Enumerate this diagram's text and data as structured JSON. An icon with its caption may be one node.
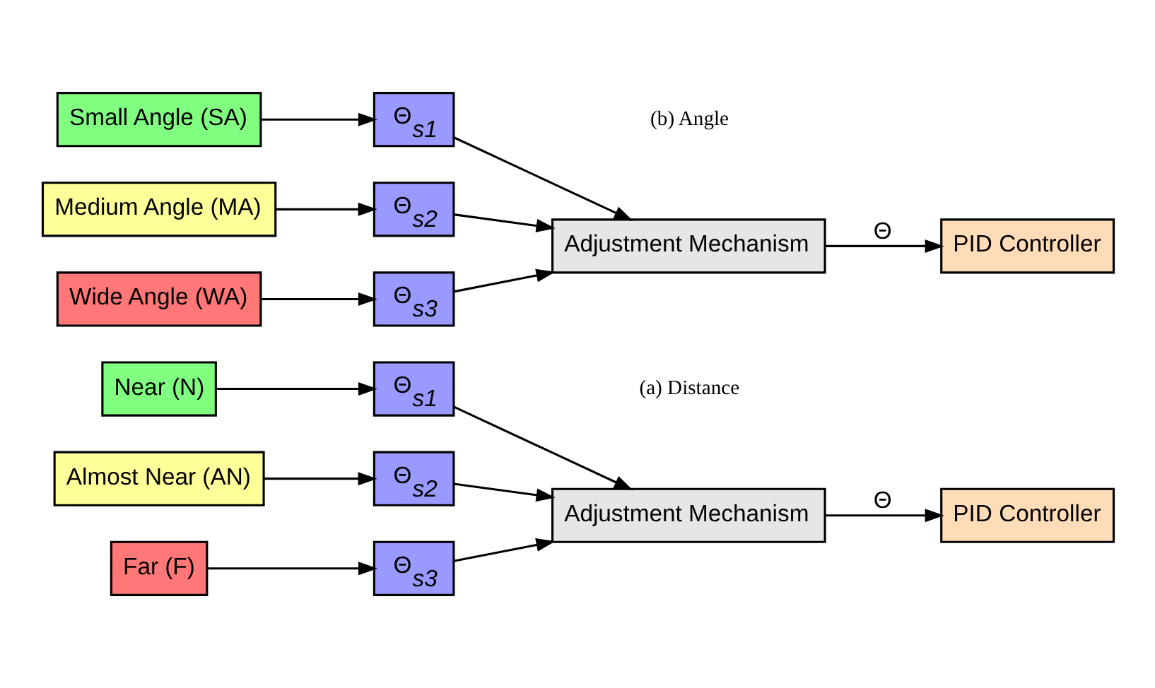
{
  "diagram": {
    "nodes": [
      {
        "text": [
          "Near (N)"
        ]
      },
      {
        "text": [
          "Almost Near (AN)"
        ]
      },
      {
        "text": [
          "Far (F)"
        ]
      },
      {
        "text": [
          "Θ$_{s1}$"
        ]
      },
      {
        "text": [
          "Θ$_{s2}$"
        ]
      },
      {
        "text": [
          "Θ$_{s3}$"
        ]
      },
      {
        "text": [
          "Adjustment Mechanism"
        ]
      },
      {
        "text": [
          "PID Controller"
        ]
      },
      {
        "text": [
          "Small Angle (SA)"
        ]
      },
      {
        "text": [
          "Medium Angle (MA)"
        ]
      },
      {
        "text": [
          "Wide Angle (WA)"
        ]
      },
      {
        "text": [
          "Θ$_{s1}$"
        ]
      },
      {
        "text": [
          "Θ$_{s2}$"
        ]
      },
      {
        "text": [
          "Θ$_{s3}$"
        ]
      },
      {
        "text": [
          "Adjustment Mechanism"
        ]
      },
      {
        "text": [
          "PID Controller"
        ]
      }
    ],
    "edges": [
      {
        "from": 0,
        "to": 3,
        "arrow": "to"
      },
      {
        "from": 1,
        "to": 4,
        "arrow": "to"
      },
      {
        "from": 2,
        "to": 5,
        "arrow": "to"
      },
      {
        "from": 3,
        "to": 6,
        "arrow": "to"
      },
      {
        "from": 4,
        "to": 6,
        "arrow": "to"
      },
      {
        "from": 5,
        "to": 6,
        "arrow": "to"
      },
      {
        "from": 6,
        "to": 7,
        "arrow": "to",
        "label": "Θ"
      },
      {
        "from": 8,
        "to": 11,
        "arrow": "to"
      },
      {
        "from": 9,
        "to": 12,
        "arrow": "to"
      },
      {
        "from": 10,
        "to": 13,
        "arrow": "to"
      },
      {
        "from": 11,
        "to": 14,
        "arrow": "to"
      },
      {
        "from": 12,
        "to": 14,
        "arrow": "to"
      },
      {
        "from": 13,
        "to": 14,
        "arrow": "to"
      },
      {
        "from": 14,
        "to": 15,
        "arrow": "to",
        "label": "Θ"
      }
    ],
    "labels": [
      "(a) Distance",
      "(b) Angle"
    ]
  }
}
